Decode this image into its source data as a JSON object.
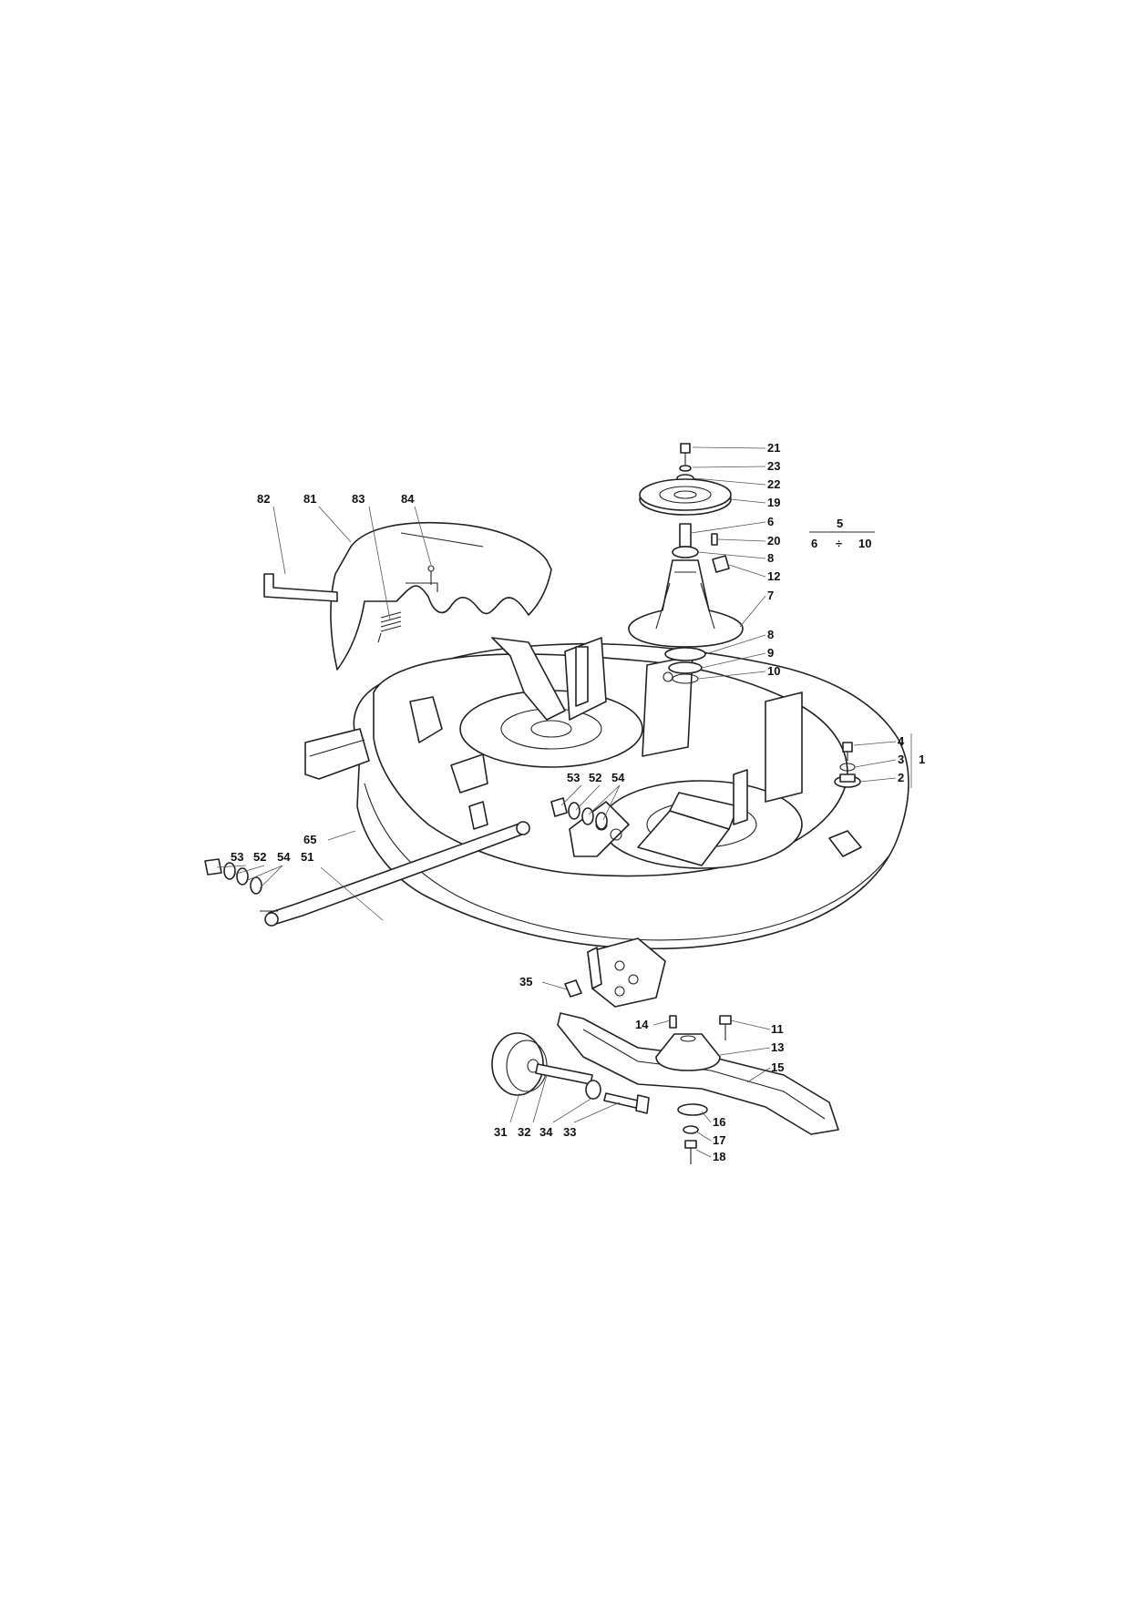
{
  "labels": {
    "l1": "1",
    "l2": "2",
    "l3": "3",
    "l4": "4",
    "l5": "5",
    "l6": "6",
    "l6b": "6",
    "l7": "7",
    "l8a": "8",
    "l8b": "8",
    "l9": "9",
    "l10a": "10",
    "l10b": "10",
    "l11": "11",
    "l12": "12",
    "l13": "13",
    "l14": "14",
    "l15": "15",
    "l16": "16",
    "l17": "17",
    "l18": "18",
    "l19": "19",
    "l20": "20",
    "l21": "21",
    "l22": "22",
    "l23": "23",
    "l31": "31",
    "l32": "32",
    "l33": "33",
    "l34": "34",
    "l35": "35",
    "l51": "51",
    "l52a": "52",
    "l52b": "52",
    "l53a": "53",
    "l53b": "53",
    "l54a": "54",
    "l54b": "54",
    "l65": "65",
    "l81": "81",
    "l82": "82",
    "l83": "83",
    "l84": "84",
    "div": "÷"
  }
}
